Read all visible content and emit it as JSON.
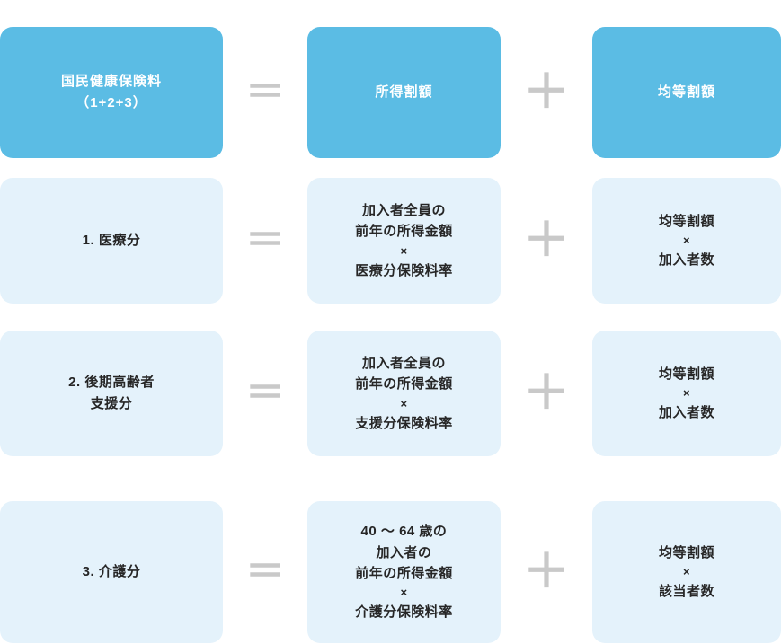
{
  "caption": "",
  "colors": {
    "accent_solid": "#5bbce4",
    "accent_light": "#e4f2fb",
    "operator": "#c9c9c9",
    "text_dark": "#262626",
    "text_on_accent": "#ffffff"
  },
  "operators": {
    "equals": "＝",
    "plus": "＋"
  },
  "rows": [
    {
      "label_line1": "国民健康保険料",
      "label_line2": "（1+2+3）",
      "income_line1": "所得割額",
      "income_line2": "",
      "income_line3": "",
      "income_line4": "",
      "percapita_line1": "均等割額",
      "percapita_line2": "",
      "percapita_line3": ""
    },
    {
      "label_line1": "1. 医療分",
      "label_line2": "",
      "income_line1": "加入者全員の",
      "income_line2": "前年の所得金額",
      "income_line3": "×",
      "income_line4": "医療分保険料率",
      "percapita_line1": "均等割額",
      "percapita_line2": "×",
      "percapita_line3": "加入者数"
    },
    {
      "label_line1": "2. 後期高齢者",
      "label_line2": "支援分",
      "income_line1": "加入者全員の",
      "income_line2": "前年の所得金額",
      "income_line3": "×",
      "income_line4": "支援分保険料率",
      "percapita_line1": "均等割額",
      "percapita_line2": "×",
      "percapita_line3": "加入者数"
    },
    {
      "label_line1": "3. 介護分",
      "label_line2": "",
      "income_line1": "40 ～ 64 歳の",
      "income_line2": "加入者の",
      "income_line3": "前年の所得金額",
      "income_line4": "×",
      "income_line5": "介護分保険料率",
      "percapita_line1": "均等割額",
      "percapita_line2": "×",
      "percapita_line3": "該当者数"
    }
  ]
}
